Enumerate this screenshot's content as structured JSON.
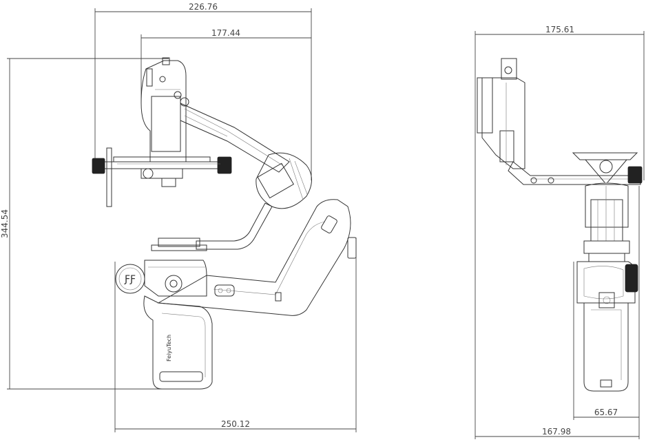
{
  "dimensions": {
    "side_overall_width": "226.76",
    "side_upper_width": "177.44",
    "side_height": "344.54",
    "side_base_width": "250.12",
    "front_top_width": "175.61",
    "front_bottom_width": "167.98",
    "front_grip_width": "65.67"
  },
  "colors": {
    "line": "#333333",
    "dimension": "#444444",
    "background": "#ffffff"
  },
  "icons": {
    "brand_badge": "feiyu-logo-icon"
  },
  "handle_text": "FeiyuTech"
}
